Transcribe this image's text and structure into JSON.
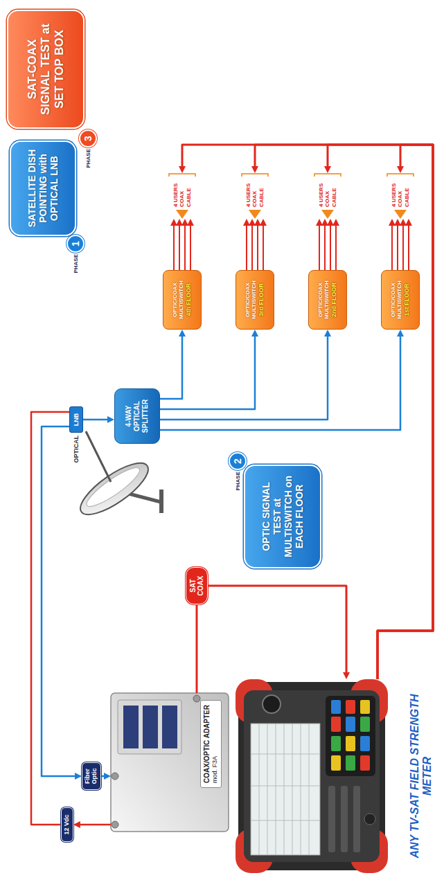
{
  "diagram": {
    "nodes": [
      {
        "text": [
          "PHASE",
          "1"
        ]
      },
      {
        "text": [
          "SATELLITE DISH POINTING with OPTICAL LNB"
        ]
      },
      {
        "text": [
          "OPTICAL",
          "LNB"
        ]
      },
      {
        "text": [
          "4-WAY OPTICAL SPLITTER"
        ]
      },
      {
        "text": [
          "OPTIC/COAX MULTISWITCH",
          "4th FLOOR"
        ]
      },
      {
        "text": [
          "OPTIC/COAX MULTISWITCH",
          "3rd FLOOR"
        ]
      },
      {
        "text": [
          "OPTIC/COAX MULTISWITCH",
          "2nd FLOOR"
        ]
      },
      {
        "text": [
          "OPTIC/COAX MULTISWITCH",
          "1st FLOOR"
        ]
      },
      {
        "text": [
          "4 USERS COAX CABLE"
        ]
      },
      {
        "text": [
          "4 USERS COAX CABLE"
        ]
      },
      {
        "text": [
          "4 USERS COAX CABLE"
        ]
      },
      {
        "text": [
          "4 USERS COAX CABLE"
        ]
      },
      {
        "text": [
          "SAT-COAX SIGNAL TEST at SET TOP BOX"
        ]
      },
      {
        "text": [
          "PHASE",
          "3"
        ]
      },
      {
        "text": [
          "OPTIC SIGNAL TEST at MULTISWITCH on EACH FLOOR"
        ]
      },
      {
        "text": [
          "PHASE",
          "2"
        ]
      },
      {
        "text": [
          "COAX/OPTIC ADAPTER",
          "mod. F3A"
        ]
      },
      {
        "text": [
          "Fiber Optic"
        ]
      },
      {
        "text": [
          "12 Vdc"
        ]
      },
      {
        "text": [
          "SAT COAX"
        ]
      },
      {
        "text": [
          "ANY TV-SAT FIELD STRENGTH METER"
        ]
      }
    ],
    "edges": [
      {
        "from": 2,
        "to": 3,
        "arrow": "to"
      },
      {
        "from": 3,
        "to": 4,
        "arrow": "to"
      },
      {
        "from": 3,
        "to": 5,
        "arrow": "to"
      },
      {
        "from": 3,
        "to": 6,
        "arrow": "to"
      },
      {
        "from": 3,
        "to": 7,
        "arrow": "to"
      },
      {
        "from": 4,
        "to": 8,
        "arrow": "to"
      },
      {
        "from": 5,
        "to": 9,
        "arrow": "to"
      },
      {
        "from": 6,
        "to": 10,
        "arrow": "to"
      },
      {
        "from": 7,
        "to": 11,
        "arrow": "to"
      },
      {
        "from": 2,
        "to": 17,
        "arrow": "to"
      },
      {
        "from": 18,
        "to": 2,
        "arrow": "none"
      },
      {
        "from": 16,
        "to": 19,
        "arrow": "none"
      },
      {
        "from": 19,
        "to": 20,
        "arrow": "to"
      },
      {
        "from": 20,
        "to": 8,
        "arrow": "to"
      },
      {
        "from": 20,
        "to": 9,
        "arrow": "to"
      },
      {
        "from": 20,
        "to": 10,
        "arrow": "to"
      },
      {
        "from": 20,
        "to": 11,
        "arrow": "to"
      },
      {
        "from": 17,
        "to": 16,
        "arrow": "to"
      },
      {
        "from": 16,
        "to": 18,
        "arrow": "to"
      }
    ]
  }
}
